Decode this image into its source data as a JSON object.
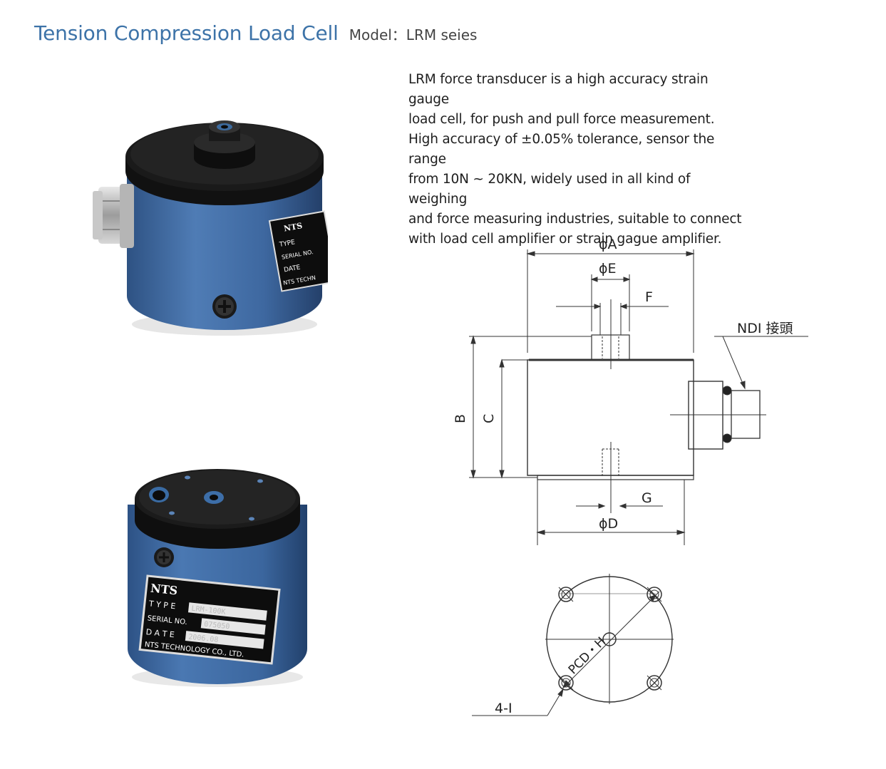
{
  "header": {
    "title": "Tension Compression Load Cell",
    "model": "Model：LRM seies"
  },
  "description": {
    "lines": [
      "LRM force transducer is a high accuracy strain gauge",
      "load cell, for push and pull force measurement.",
      "High accuracy of ±0.05% tolerance, sensor the range",
      "from 10N ~ 20KN, widely used in all kind of weighing",
      "and force measuring industries, suitable to connect",
      "with load cell amplifier or strain gague amplifier."
    ]
  },
  "photo1": {
    "brand": "NTS",
    "type_label": "TYPE",
    "serial_label": "SERIAL NO.",
    "date_label": "DATE",
    "maker": "NTS TECHN"
  },
  "photo2": {
    "brand": "NTS",
    "type_label": "T Y P E",
    "type_value": "LRM-100K",
    "serial_label": "SERIAL NO.",
    "serial_value": "075050",
    "date_label": "D A T E",
    "date_value": "2006.08",
    "maker": "NTS TECHNOLOGY CO., LTD."
  },
  "diagram": {
    "dim_a": "ϕA",
    "dim_e": "ϕE",
    "dim_f": "F",
    "connector": "NDI 接頭",
    "dim_b": "B",
    "dim_c": "C",
    "dim_g": "G",
    "dim_d": "ϕD",
    "pcd": "PCD・H",
    "holes": "4-I"
  },
  "colors": {
    "title": "#3d73a8",
    "body_blue": "#3f6aa0",
    "top_black": "#151515"
  }
}
